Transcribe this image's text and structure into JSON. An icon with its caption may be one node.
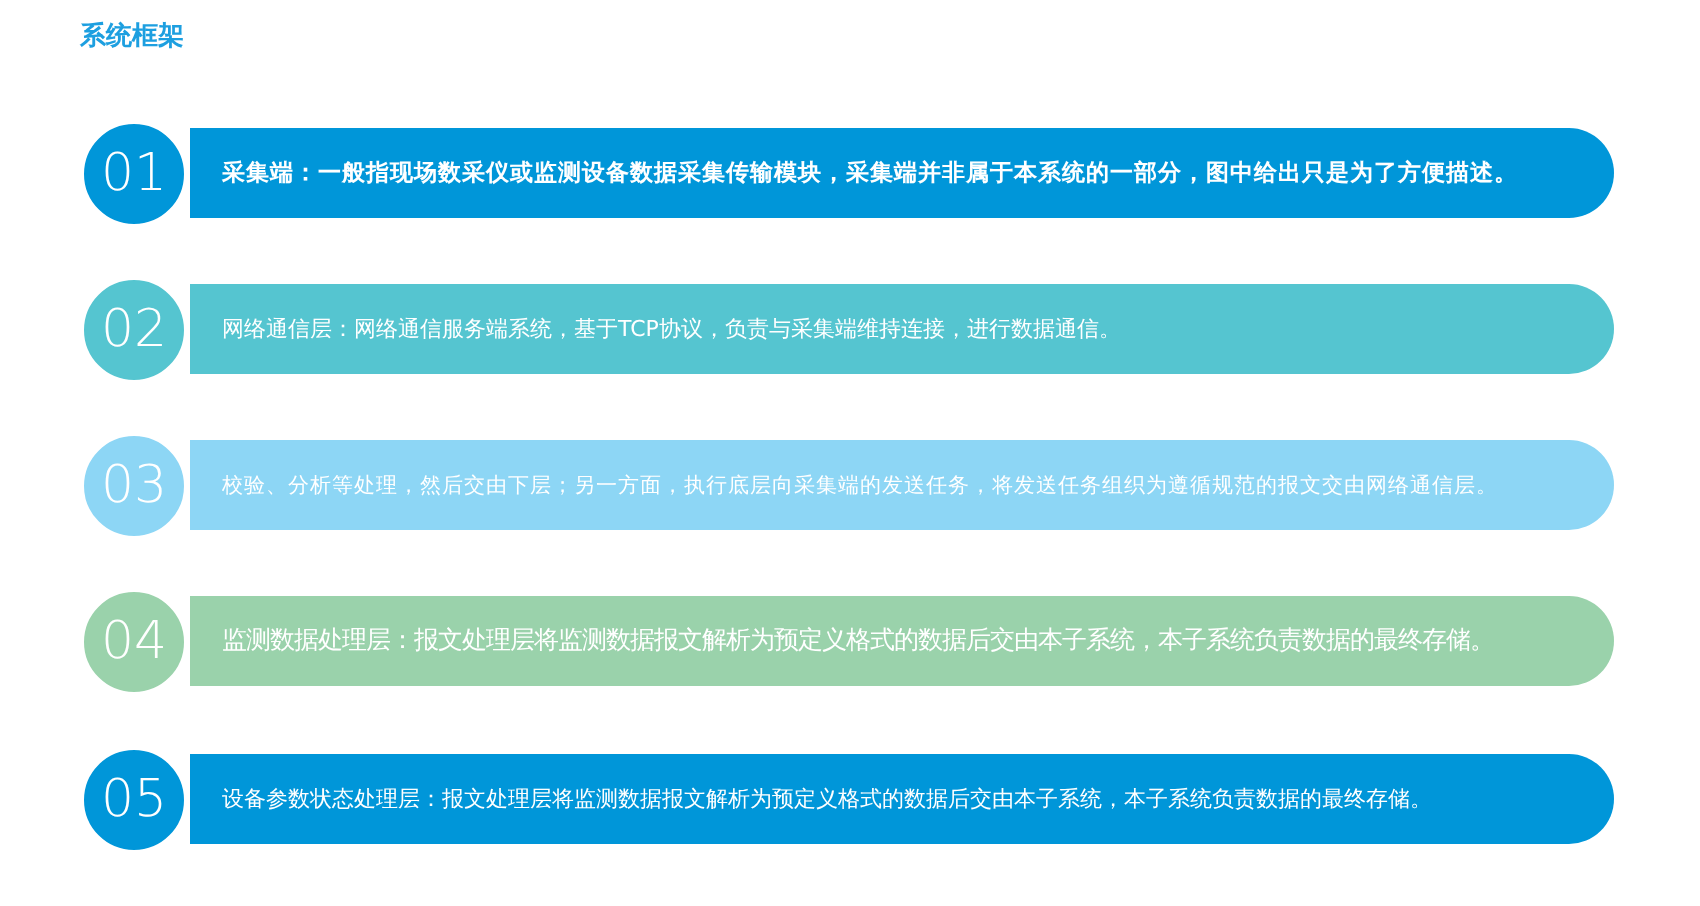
{
  "diagram": {
    "title": "系统框架",
    "nodes": [
      {
        "text": [
          "01"
        ]
      },
      {
        "text": [
          "采集端：一般指现场数采仪或监测设备数据采集传输模块，采集端并非属于本系统的一部分，图中给出只是为了方便描述。"
        ]
      },
      {
        "text": [
          "02"
        ]
      },
      {
        "text": [
          "网络通信层：网络通信服务端系统，基于TCP协议，负责与采集端维持连接，进行数据通信。"
        ]
      },
      {
        "text": [
          "03"
        ]
      },
      {
        "text": [
          "校验、分析等处理，然后交由下层；另一方面，执行底层向采集端的发送任务，将发送任务组织为遵循规范的报文交由网络通信层。"
        ]
      },
      {
        "text": [
          "04"
        ]
      },
      {
        "text": [
          "监测数据处理层：报文处理层将监测数据报文解析为预定义格式的数据后交由本子系统，本子系统负责数据的最终存储。"
        ]
      },
      {
        "text": [
          "05"
        ]
      },
      {
        "text": [
          "设备参数状态处理层：报文处理层将监测数据报文解析为预定义格式的数据后交由本子系统，本子系统负责数据的最终存储。"
        ]
      }
    ]
  }
}
